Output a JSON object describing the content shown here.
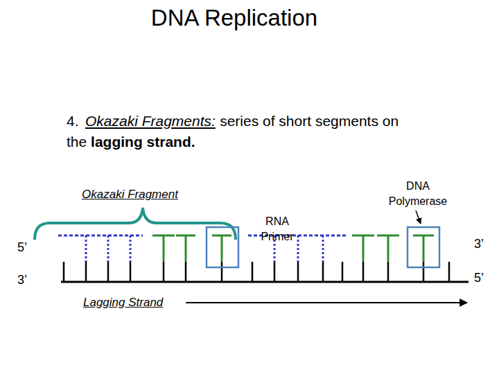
{
  "diagram": {
    "title": "DNA Replication",
    "labels": [
      "4.",
      "Okazaki Fragments:",
      "series of short segments on the",
      "lagging strand.",
      "Okazaki Fragment",
      "DNA Polymerase",
      "RNA Primer",
      "5’",
      "3’",
      "3’",
      "5’",
      "Lagging Strand"
    ]
  }
}
